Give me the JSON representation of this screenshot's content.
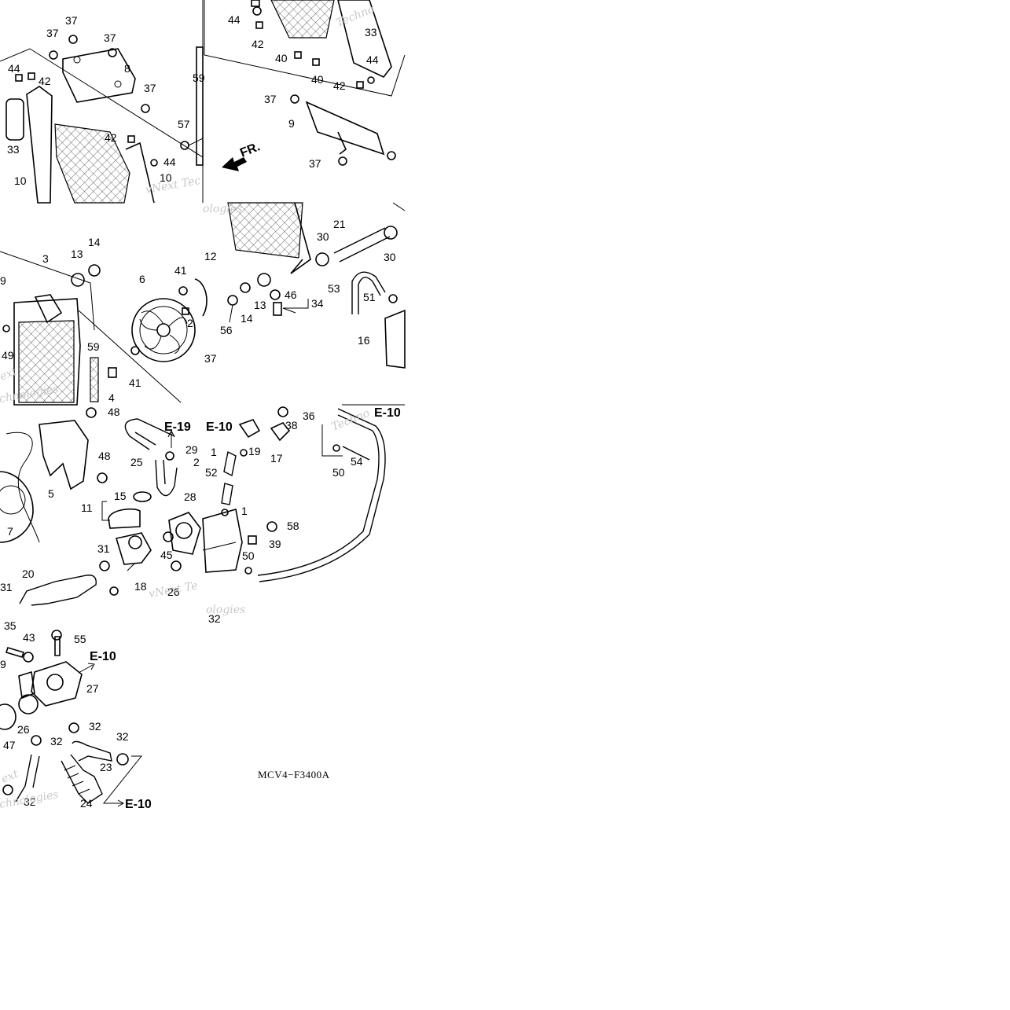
{
  "diagram": {
    "code": "MCV4−F3400A",
    "watermarks": [
      "Techno",
      "vNext Tec",
      "ologies",
      "ext",
      "chnologies",
      "Techno",
      "vNext Te",
      "ologies",
      "ext",
      "chnologies"
    ],
    "direction_label": "FR.",
    "labels": [
      {
        "id": "p1a",
        "text": "44"
      },
      {
        "id": "p1b",
        "text": "42"
      },
      {
        "id": "p1c",
        "text": "40"
      },
      {
        "id": "p1d",
        "text": "40"
      },
      {
        "id": "p1e",
        "text": "33"
      },
      {
        "id": "p1f",
        "text": "44"
      },
      {
        "id": "p1g",
        "text": "42"
      },
      {
        "id": "p1h",
        "text": "37"
      },
      {
        "id": "p1i",
        "text": "9"
      },
      {
        "id": "p1j",
        "text": "37"
      },
      {
        "id": "p1k",
        "text": "37"
      },
      {
        "id": "p1l",
        "text": "37"
      },
      {
        "id": "p1m",
        "text": "37"
      },
      {
        "id": "p1n",
        "text": "8"
      },
      {
        "id": "p1o",
        "text": "37"
      },
      {
        "id": "p1p",
        "text": "44"
      },
      {
        "id": "p1q",
        "text": "42"
      },
      {
        "id": "p1r",
        "text": "33"
      },
      {
        "id": "p1s",
        "text": "57"
      },
      {
        "id": "p1t",
        "text": "42"
      },
      {
        "id": "p1u",
        "text": "10"
      },
      {
        "id": "p1v",
        "text": "10"
      },
      {
        "id": "p1w",
        "text": "44"
      },
      {
        "id": "p1x",
        "text": "59"
      },
      {
        "id": "p2a",
        "text": "3"
      },
      {
        "id": "p2b",
        "text": "13"
      },
      {
        "id": "p2c",
        "text": "14"
      },
      {
        "id": "p2d",
        "text": "6"
      },
      {
        "id": "p2e",
        "text": "41"
      },
      {
        "id": "p2f",
        "text": "12"
      },
      {
        "id": "p2g",
        "text": "9"
      },
      {
        "id": "p2h",
        "text": "2"
      },
      {
        "id": "p2i",
        "text": "49"
      },
      {
        "id": "p2j",
        "text": "59"
      },
      {
        "id": "p2k",
        "text": "37"
      },
      {
        "id": "p2l",
        "text": "41"
      },
      {
        "id": "p2m",
        "text": "4"
      },
      {
        "id": "p2n",
        "text": "30"
      },
      {
        "id": "p2o",
        "text": "21"
      },
      {
        "id": "p2p",
        "text": "30"
      },
      {
        "id": "p2q",
        "text": "13"
      },
      {
        "id": "p2r",
        "text": "46"
      },
      {
        "id": "p2s",
        "text": "53"
      },
      {
        "id": "p2t",
        "text": "51"
      },
      {
        "id": "p2u",
        "text": "34"
      },
      {
        "id": "p2v",
        "text": "14"
      },
      {
        "id": "p2w",
        "text": "56"
      },
      {
        "id": "p2x",
        "text": "16"
      },
      {
        "id": "p3a",
        "text": "48"
      },
      {
        "id": "p3b",
        "text": "48"
      },
      {
        "id": "p3c",
        "text": "5"
      },
      {
        "id": "p3d",
        "text": "7"
      },
      {
        "id": "p3e",
        "text": "25"
      },
      {
        "id": "p3f",
        "text": "29"
      },
      {
        "id": "p3g",
        "text": "2"
      },
      {
        "id": "p3h",
        "text": "15"
      },
      {
        "id": "p3i",
        "text": "11"
      },
      {
        "id": "p3j",
        "text": "31"
      },
      {
        "id": "p3k",
        "text": "20"
      },
      {
        "id": "p3l",
        "text": "31"
      },
      {
        "id": "p3m",
        "text": "18"
      },
      {
        "id": "p3n",
        "text": "45"
      },
      {
        "id": "p3o",
        "text": "26"
      },
      {
        "id": "p3p",
        "text": "28"
      },
      {
        "id": "p3q",
        "text": "36"
      },
      {
        "id": "p3r",
        "text": "38"
      },
      {
        "id": "p3s",
        "text": "1"
      },
      {
        "id": "p3t",
        "text": "19"
      },
      {
        "id": "p3u",
        "text": "17"
      },
      {
        "id": "p3v",
        "text": "52"
      },
      {
        "id": "p3w",
        "text": "1"
      },
      {
        "id": "p3x",
        "text": "58"
      },
      {
        "id": "p3y",
        "text": "39"
      },
      {
        "id": "p3z",
        "text": "50"
      },
      {
        "id": "p3za",
        "text": "50"
      },
      {
        "id": "p3zb",
        "text": "54"
      },
      {
        "id": "p3zc",
        "text": "32"
      },
      {
        "id": "p4a",
        "text": "35"
      },
      {
        "id": "p4b",
        "text": "43"
      },
      {
        "id": "p4c",
        "text": "55"
      },
      {
        "id": "p4d",
        "text": "9"
      },
      {
        "id": "p4e",
        "text": "27"
      },
      {
        "id": "p4f",
        "text": "26"
      },
      {
        "id": "p4g",
        "text": "47"
      },
      {
        "id": "p4h",
        "text": "32"
      },
      {
        "id": "p4i",
        "text": "32"
      },
      {
        "id": "p4j",
        "text": "32"
      },
      {
        "id": "p4k",
        "text": "23"
      },
      {
        "id": "p4l",
        "text": "24"
      },
      {
        "id": "p4m",
        "text": "32"
      }
    ],
    "refs": [
      {
        "id": "r1",
        "text": "E-19"
      },
      {
        "id": "r2",
        "text": "E-10"
      },
      {
        "id": "r3",
        "text": "E-10"
      },
      {
        "id": "r4",
        "text": "E-10"
      },
      {
        "id": "r5",
        "text": "E-10"
      }
    ]
  }
}
